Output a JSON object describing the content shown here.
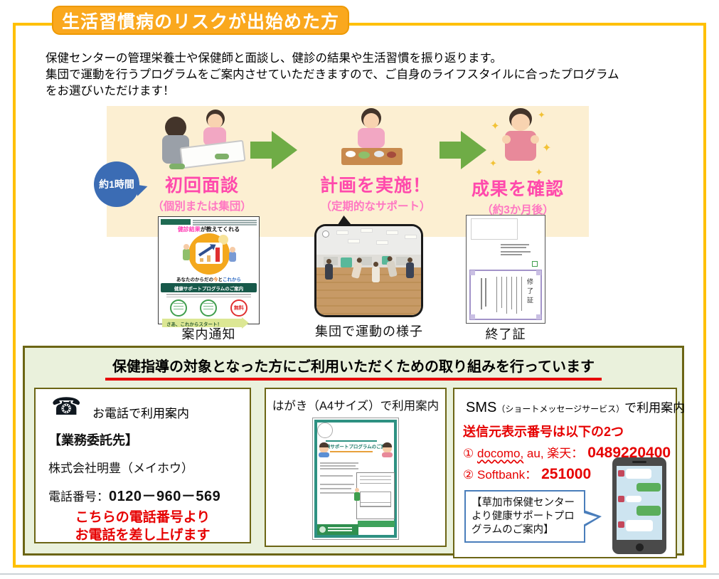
{
  "banner": {
    "title": "生活習慣病のリスクが出始めた方"
  },
  "intro": {
    "lines": [
      "保健センターの管理栄養士や保健師と面談し、健診の結果や生活習慣を振り返ります。",
      "集団で運動を行うプログラムをご案内させていただきますので、ご自身のライフスタイルに合ったプログラム",
      "をお選びいただけます！"
    ]
  },
  "flow": {
    "duration_badge": "約1時間",
    "steps": [
      {
        "title": "初回面談",
        "subtitle": "（個別または集団）"
      },
      {
        "title": "計画を実施！",
        "subtitle": "（定期的なサポート）"
      },
      {
        "title": "成果を確認",
        "subtitle": "（約3か月後）"
      }
    ]
  },
  "artifacts": {
    "poster": {
      "caption": "案内通知",
      "headline_accent": "健診結果",
      "headline_rest": "が教えてくれる",
      "mid_pre": "あなたのからだの",
      "mid_now": "今",
      "mid_and": "と",
      "mid_future": "これから",
      "banner": "健康サポートプログラムのご案内",
      "free_label": "無料",
      "start_label": "さあ、これからスタート！"
    },
    "photo": {
      "caption": "集団で運動の様子"
    },
    "certificate": {
      "caption": "終了証",
      "title_vertical": "修了証"
    }
  },
  "support_section": {
    "heading": "保健指導の対象となった方にご利用いただくための取り組みを行っています",
    "phone_box": {
      "phone_icon": "☎",
      "title": "お電話で利用案内",
      "contractor_label": "【業務委託先】",
      "company": "株式会社明豊（メイホウ）",
      "phone_label": "電話番号：",
      "phone_number": "0120－960－569",
      "note_lines": [
        "こちらの電話番号より",
        "お電話を差し上げます"
      ]
    },
    "postcard_box": {
      "title": "はがき（A4サイズ）で利用案内",
      "flyer_title": "健康サポートプログラムのご案内"
    },
    "sms_box": {
      "title_sms": "SMS",
      "title_paren": "（ショートメッセージサービス）",
      "title_rest": "で利用案内",
      "subtitle": "送信元表示番号は以下の2つ",
      "carriers": [
        {
          "num": "①",
          "word": "docomo,",
          "rest": " au, 楽天：",
          "number": "0489220400"
        },
        {
          "num": "②",
          "word": "",
          "rest": " Softbank：",
          "number": "251000"
        }
      ],
      "bubble_text": "【草加市保健センターより健康サポートプログラムのご案内】"
    }
  },
  "colors": {
    "gold_border": "#FFC000",
    "banner_orange": "#FAA81E",
    "flow_bg": "#FCEFD2",
    "step_pink": "#FF49AC",
    "arrow_green": "#6FAC46",
    "badge_blue": "#3B6CB4",
    "section_bg": "#EAF1DC",
    "section_border": "#6C6515",
    "alert_red": "#E60000"
  }
}
